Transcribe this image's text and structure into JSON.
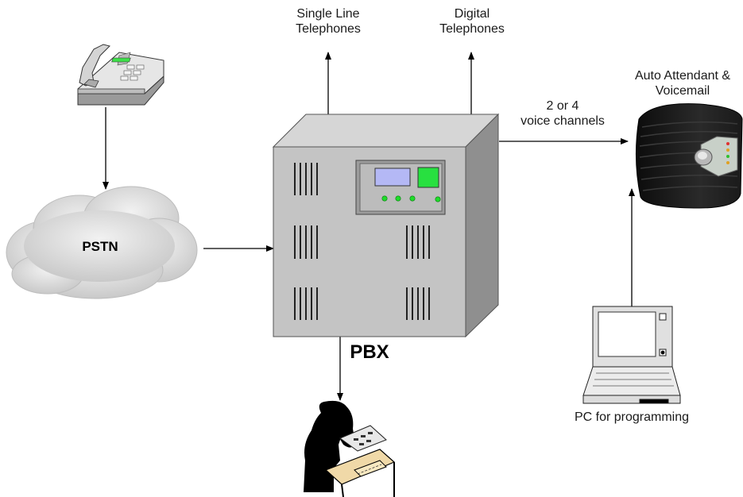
{
  "labels": {
    "single_line_1": "Single Line",
    "single_line_2": "Telephones",
    "digital_1": "Digital",
    "digital_2": "Telephones",
    "auto_1": "Auto Attendant &",
    "auto_2": "Voicemail",
    "channels_1": "2 or 4",
    "channels_2": "voice channels",
    "pstn": "PSTN",
    "pbx": "PBX",
    "pc": "PC for programming"
  },
  "icons": {
    "desk_phone": "desk-phone-icon",
    "cloud": "cloud-icon",
    "pbx_cabinet": "pbx-cabinet-icon",
    "voicemail_unit": "voicemail-unit-icon",
    "laptop": "laptop-icon",
    "operator": "operator-silhouette-icon"
  },
  "colors": {
    "cabinet_front": "#c4c4c4",
    "cabinet_side": "#8f8f8f",
    "cabinet_top": "#d6d6d6",
    "display_blue": "#b4b8f5",
    "display_green": "#28e040",
    "led_green": "#1fdc2a",
    "line": "#000000"
  }
}
